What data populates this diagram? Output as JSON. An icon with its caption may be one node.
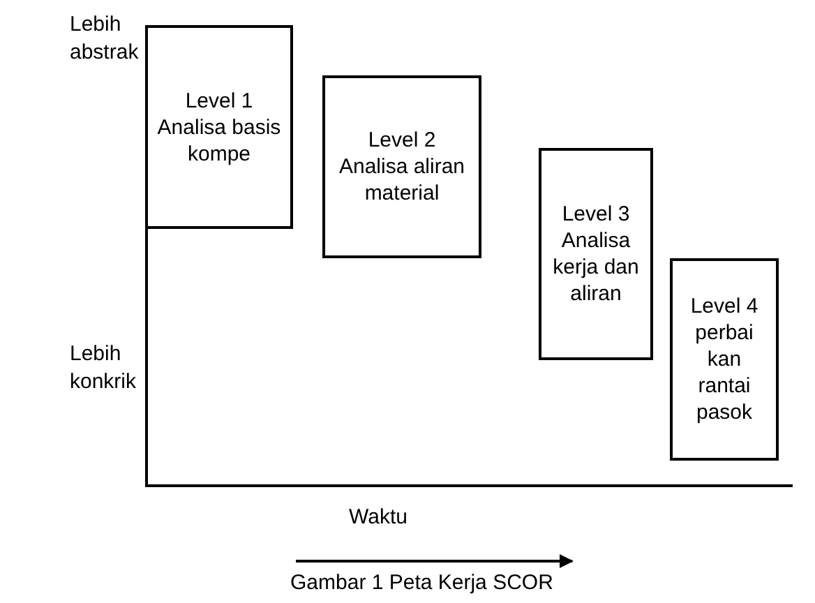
{
  "diagram": {
    "caption": "Gambar 1 Peta Kerja SCOR",
    "nodes": [
      {
        "text": [
          "Level 1 Analisa basis kompe"
        ]
      },
      {
        "text": [
          "Level 2 Analisa aliran material"
        ]
      },
      {
        "text": [
          "Level 3 Analisa kerja dan aliran"
        ]
      },
      {
        "text": [
          "Level 4 perbai kan rantai pasok"
        ]
      }
    ],
    "edges": [],
    "labels": [
      "Lebih abstrak",
      "Lebih konkrik",
      "Waktu"
    ]
  }
}
